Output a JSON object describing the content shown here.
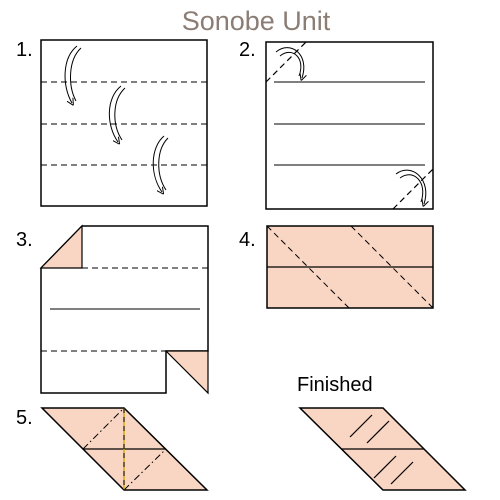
{
  "title": "Sonobe Unit",
  "steps": [
    {
      "label": "1."
    },
    {
      "label": "2."
    },
    {
      "label": "3."
    },
    {
      "label": "4."
    },
    {
      "label": "5."
    }
  ],
  "finished_label": "Finished",
  "colors": {
    "title": "#8b7d74",
    "paper_color": "#f9d6c3",
    "outline": "#000000",
    "step5_center_line": "#d4a800"
  }
}
